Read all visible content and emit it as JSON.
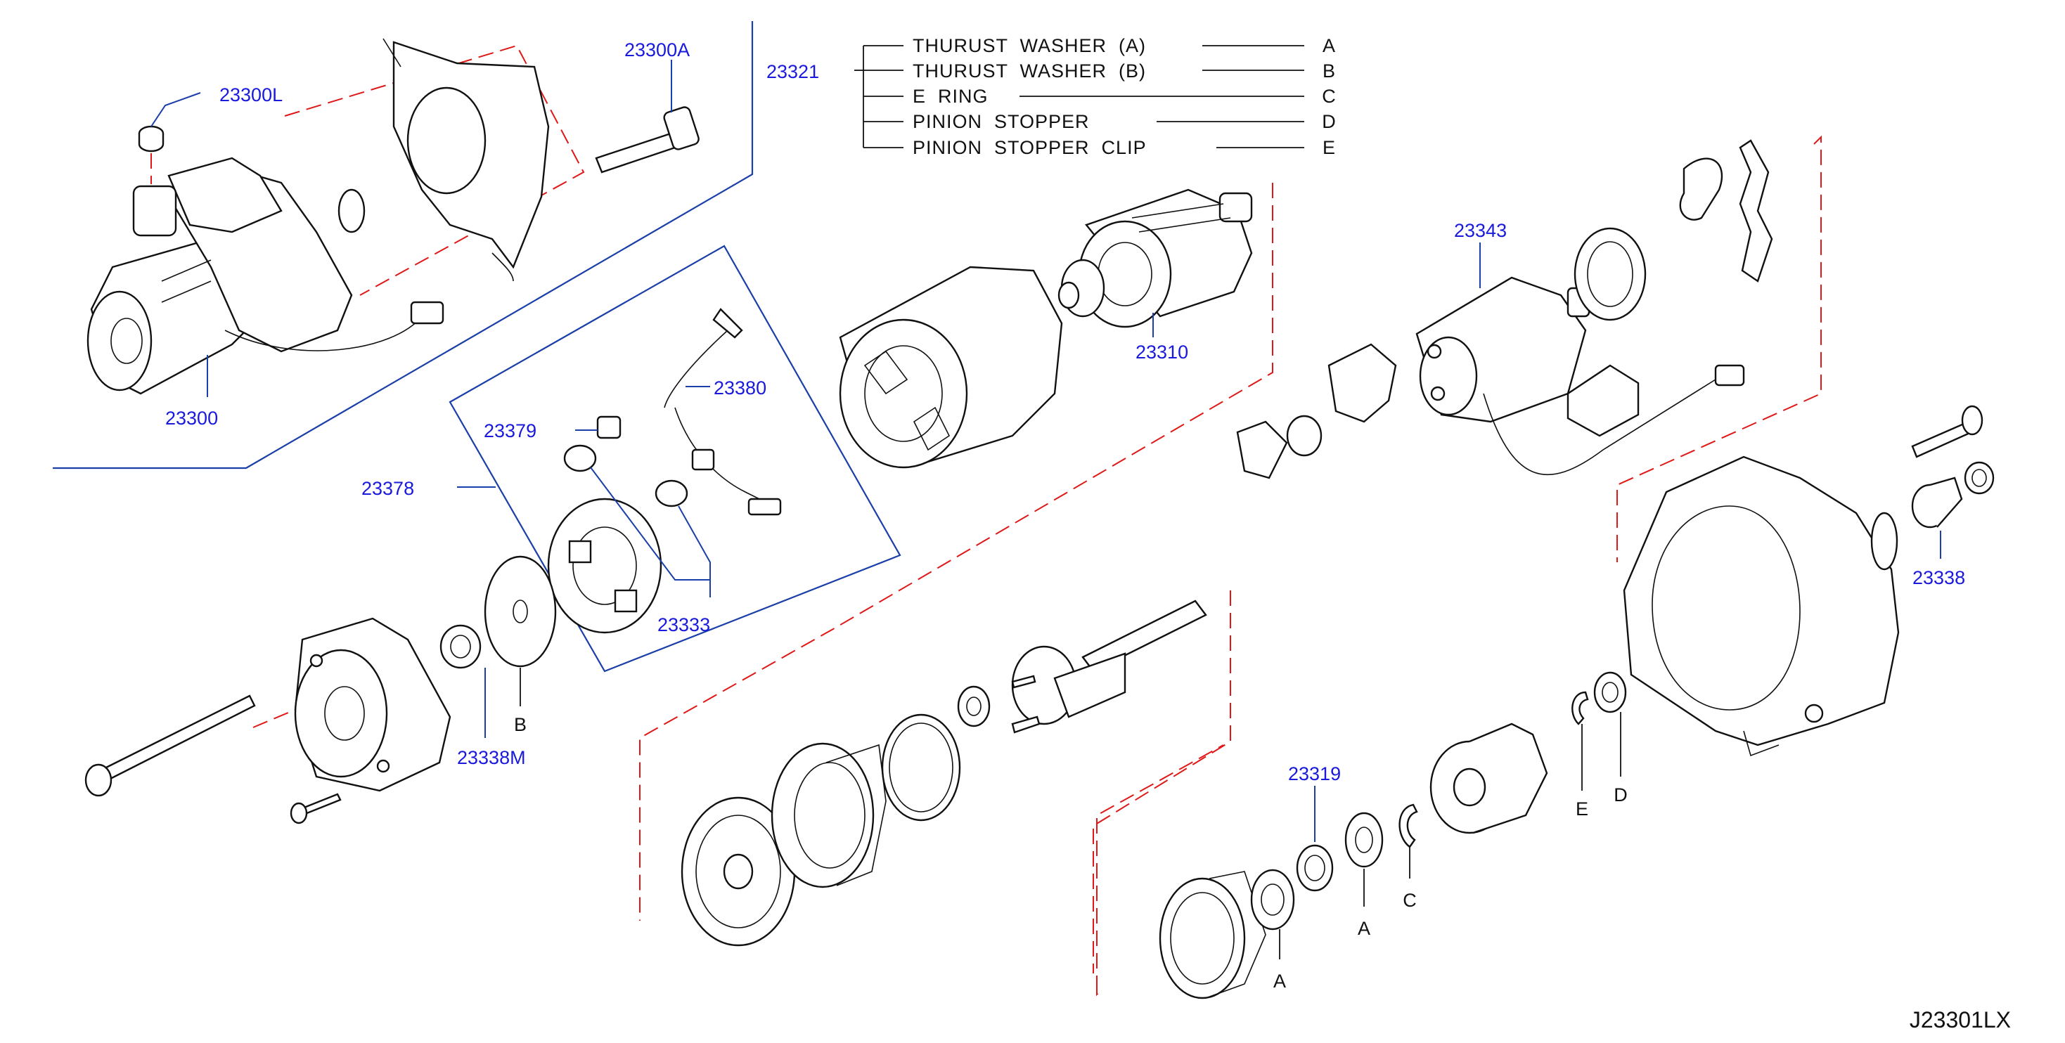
{
  "part_numbers": {
    "p23300": "23300",
    "p23300A": "23300A",
    "p23300L": "23300L",
    "p23321": "23321",
    "p23310": "23310",
    "p23343": "23343",
    "p23380": "23380",
    "p23379": "23379",
    "p23378": "23378",
    "p23333": "23333",
    "p23338M": "23338M",
    "p23338": "23338",
    "p23319": "23319"
  },
  "kit_legend": [
    {
      "name": "THURUST  WASHER  (A)",
      "letter": "A"
    },
    {
      "name": "THURUST  WASHER  (B)",
      "letter": "B"
    },
    {
      "name": "E  RING",
      "letter": "C"
    },
    {
      "name": "PINION  STOPPER",
      "letter": "D"
    },
    {
      "name": "PINION  STOPPER  CLIP",
      "letter": "E"
    }
  ],
  "callouts": {
    "b_left": "B",
    "a_washer1": "A",
    "a_washer2": "A",
    "c_ering": "C",
    "e_clip": "E",
    "d_stopper": "D"
  },
  "diagram_code": "J23301LX",
  "colors": {
    "part_number_text": "#1a1adc",
    "leader_blue": "#1a3fa8",
    "dashed_red": "#e01818",
    "line_black": "#111111"
  }
}
